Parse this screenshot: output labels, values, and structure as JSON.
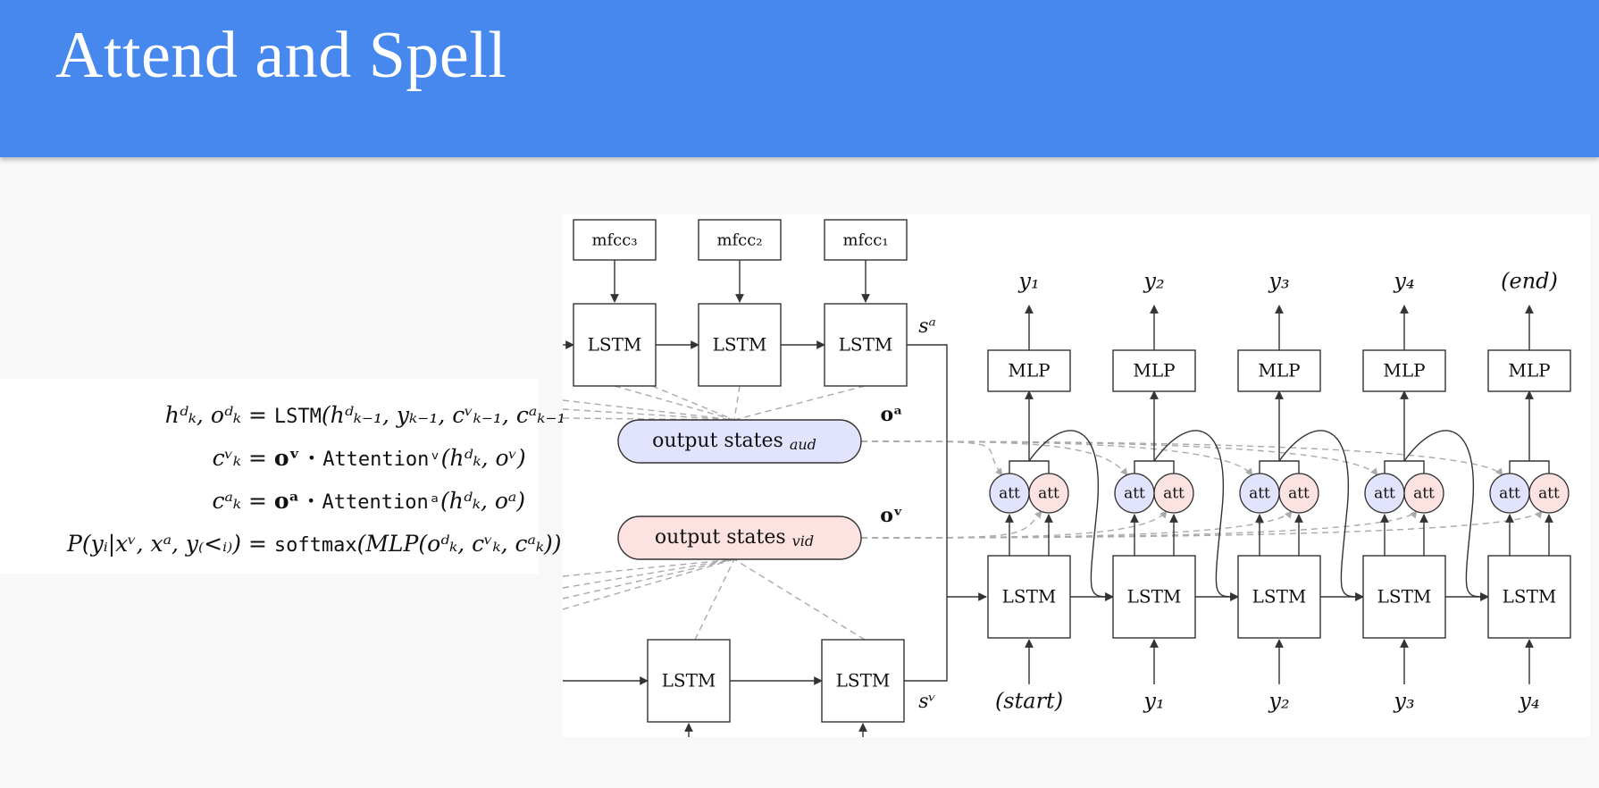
{
  "slide": {
    "title": "Attend and Spell"
  },
  "equations": {
    "eq1_lhs": "hᵈₖ, oᵈₖ",
    "eq1_fn": "LSTM",
    "eq1_args": "(hᵈₖ₋₁, yₖ₋₁, cᵛₖ₋₁, cᵃₖ₋₁)",
    "eq2_lhs": "cᵛₖ",
    "eq2_pre": "oᵛ ·",
    "eq2_fn": "Attentionᵛ",
    "eq2_args": "(hᵈₖ, oᵛ)",
    "eq3_lhs": "cᵃₖ",
    "eq3_pre": "oᵃ ·",
    "eq3_fn": "Attentionᵃ",
    "eq3_args": "(hᵈₖ, oᵃ)",
    "eq4_lhs": "P(yᵢ|xᵛ, xᵃ, y₍<ᵢ₎)",
    "eq4_fn": "softmax",
    "eq4_args": "(MLP(oᵈₖ, cᵛₖ, cᵃₖ))",
    "equals": "="
  },
  "diagram": {
    "mfcc_inputs": [
      "mfcc₃",
      "mfcc₂",
      "mfcc₁"
    ],
    "lstm_label": "LSTM",
    "mlp_label": "MLP",
    "att_label": "att",
    "state_audio_label": "sᵃ",
    "state_video_label": "sᵛ",
    "output_states_audio": "output states",
    "output_states_audio_sub": "aud",
    "output_states_video": "output states",
    "output_states_video_sub": "vid",
    "o_audio_label": "oᵃ",
    "o_video_label": "oᵛ",
    "outputs": [
      "y₁",
      "y₂",
      "y₃",
      "y₄",
      "(end)"
    ],
    "inputs": [
      "(start)",
      "y₁",
      "y₂",
      "y₃",
      "y₄"
    ],
    "colors": {
      "audio_fill": "#e2e3fd",
      "video_fill": "#fde2e2",
      "line": "#333333",
      "dashed": "#aaaaaa"
    }
  }
}
